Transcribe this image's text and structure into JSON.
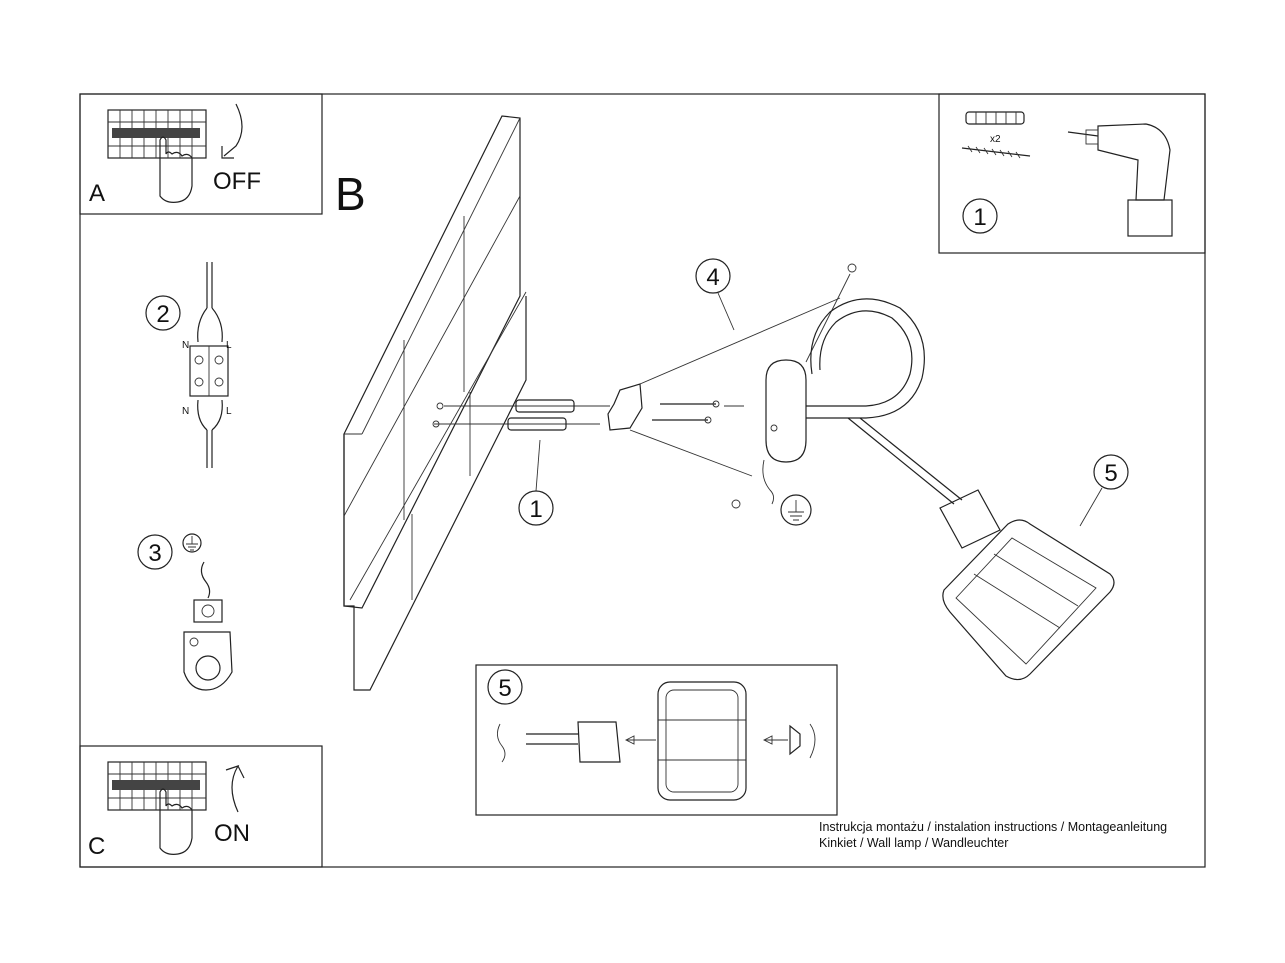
{
  "panels": {
    "a": {
      "letter": "A",
      "state": "OFF"
    },
    "b": {
      "letter": "B"
    },
    "c": {
      "letter": "C",
      "state": "ON"
    }
  },
  "steps": {
    "tools": "1",
    "tools_qty": "x2",
    "wiring": "2",
    "wire_n": "N",
    "wire_l": "L",
    "ground": "3",
    "mount": "1",
    "cover": "4",
    "shade": "5",
    "shade_detail": "5"
  },
  "caption": {
    "line1": "Instrukcja montażu / instalation instructions / Montageanleitung",
    "line2": "Kinkiet / Wall lamp / Wandleuchter"
  }
}
